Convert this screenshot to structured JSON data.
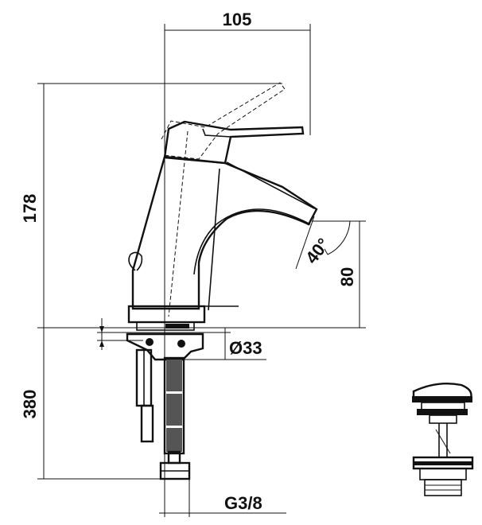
{
  "dimensions": {
    "width_top": "105",
    "height_body": "178",
    "angle_spout": "40°",
    "height_spout": "80",
    "diameter_hole": "Ø33",
    "hose_length": "380",
    "thread": "G3/8"
  },
  "colors": {
    "line": "#111111",
    "background": "#ffffff"
  }
}
